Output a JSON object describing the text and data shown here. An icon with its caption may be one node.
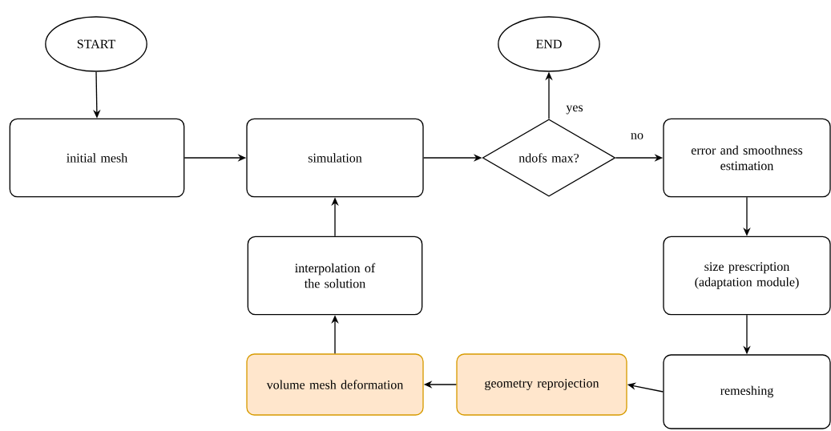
{
  "diagram": {
    "nodes": [
      {
        "text": [
          "START"
        ]
      },
      {
        "text": [
          "initial mesh"
        ]
      },
      {
        "text": [
          "simulation"
        ]
      },
      {
        "text": [
          "ndofs max?"
        ]
      },
      {
        "text": [
          "END"
        ]
      },
      {
        "text": [
          "error and smoothness estimation"
        ]
      },
      {
        "text": [
          "size prescription (adaptation module)"
        ]
      },
      {
        "text": [
          "interpolation of the solution"
        ]
      },
      {
        "text": [
          "remeshing"
        ]
      },
      {
        "text": [
          "geometry reprojection"
        ]
      },
      {
        "text": [
          "volume mesh deformation"
        ]
      }
    ],
    "edges": [
      {
        "from": 0,
        "to": 1,
        "arrow": "to"
      },
      {
        "from": 1,
        "to": 2,
        "arrow": "to"
      },
      {
        "from": 2,
        "to": 3,
        "arrow": "to"
      },
      {
        "from": 3,
        "to": 4,
        "arrow": "to",
        "label": "yes"
      },
      {
        "from": 3,
        "to": 5,
        "arrow": "to",
        "label": "no"
      },
      {
        "from": 5,
        "to": 6,
        "arrow": "to"
      },
      {
        "from": 6,
        "to": 8,
        "arrow": "to"
      },
      {
        "from": 8,
        "to": 9,
        "arrow": "to"
      },
      {
        "from": 9,
        "to": 10,
        "arrow": "to"
      },
      {
        "from": 10,
        "to": 7,
        "arrow": "to"
      },
      {
        "from": 7,
        "to": 2,
        "arrow": "to"
      }
    ]
  }
}
